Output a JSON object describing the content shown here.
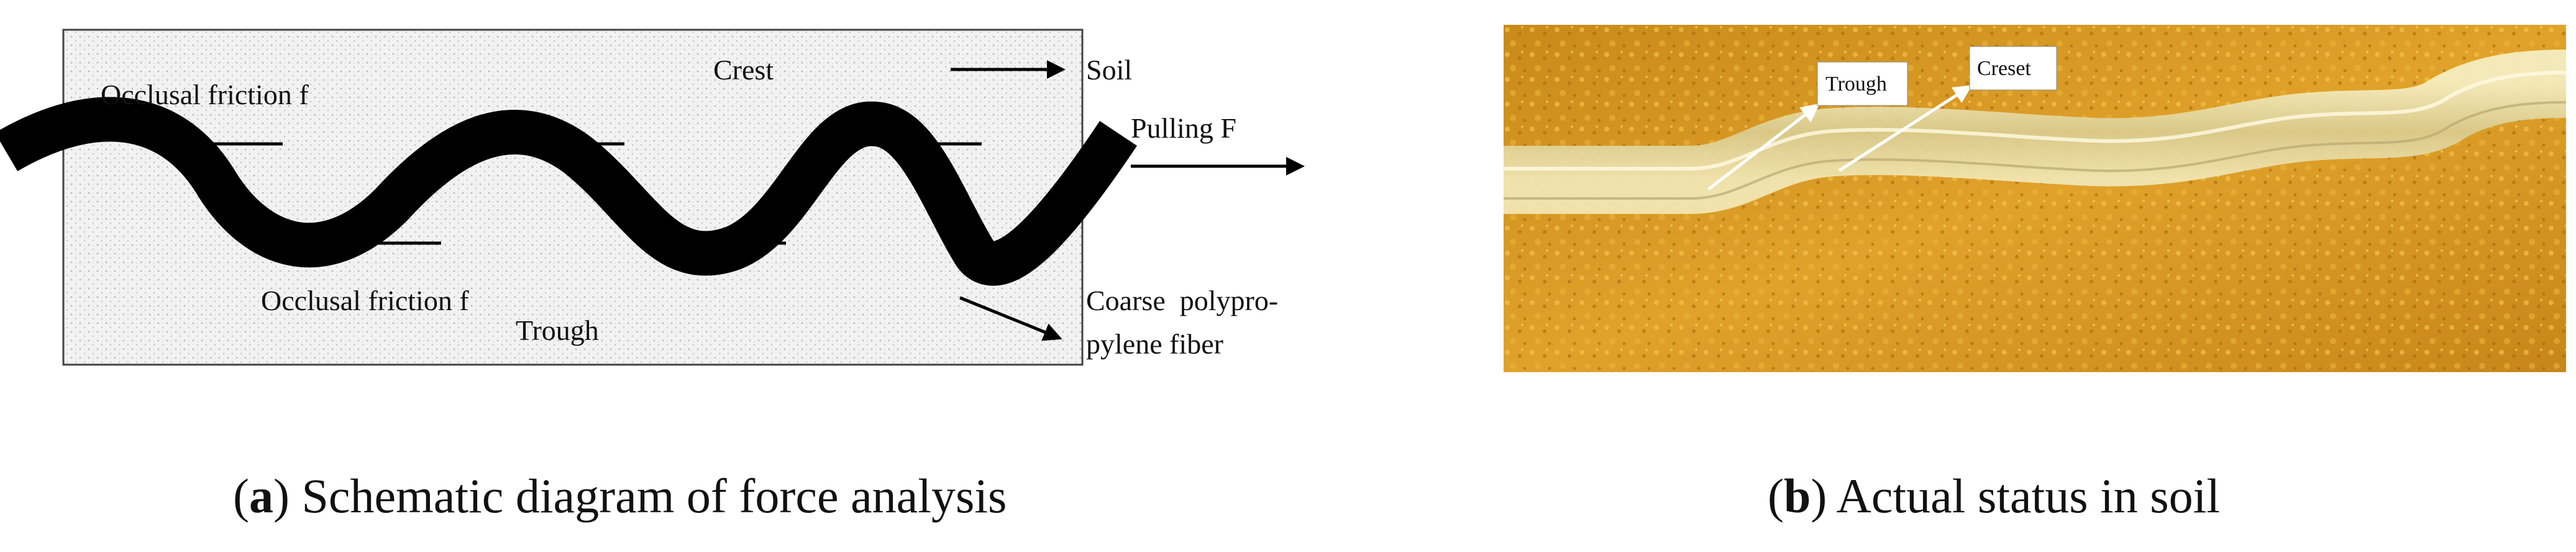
{
  "panel_a": {
    "labels": {
      "crest": "Crest",
      "soil": "Soil",
      "pulling": "Pulling F",
      "friction_top": "Occlusal friction f",
      "friction_bottom": "Occlusal friction f",
      "trough": "Trough",
      "fiber_line1": "Coarse  polypro-",
      "fiber_line2": "pylene fiber"
    },
    "caption": {
      "letter": "a",
      "text": "Schematic diagram of force analysis"
    }
  },
  "panel_b": {
    "labels": {
      "trough": "Trough",
      "crest": "Creset"
    },
    "caption": {
      "letter": "b",
      "text": "Actual status in soil"
    }
  },
  "colors": {
    "fiber": "#000000",
    "soil_photo": "#d89820",
    "fiber_photo": "#efe6b2",
    "text": "#111111"
  }
}
